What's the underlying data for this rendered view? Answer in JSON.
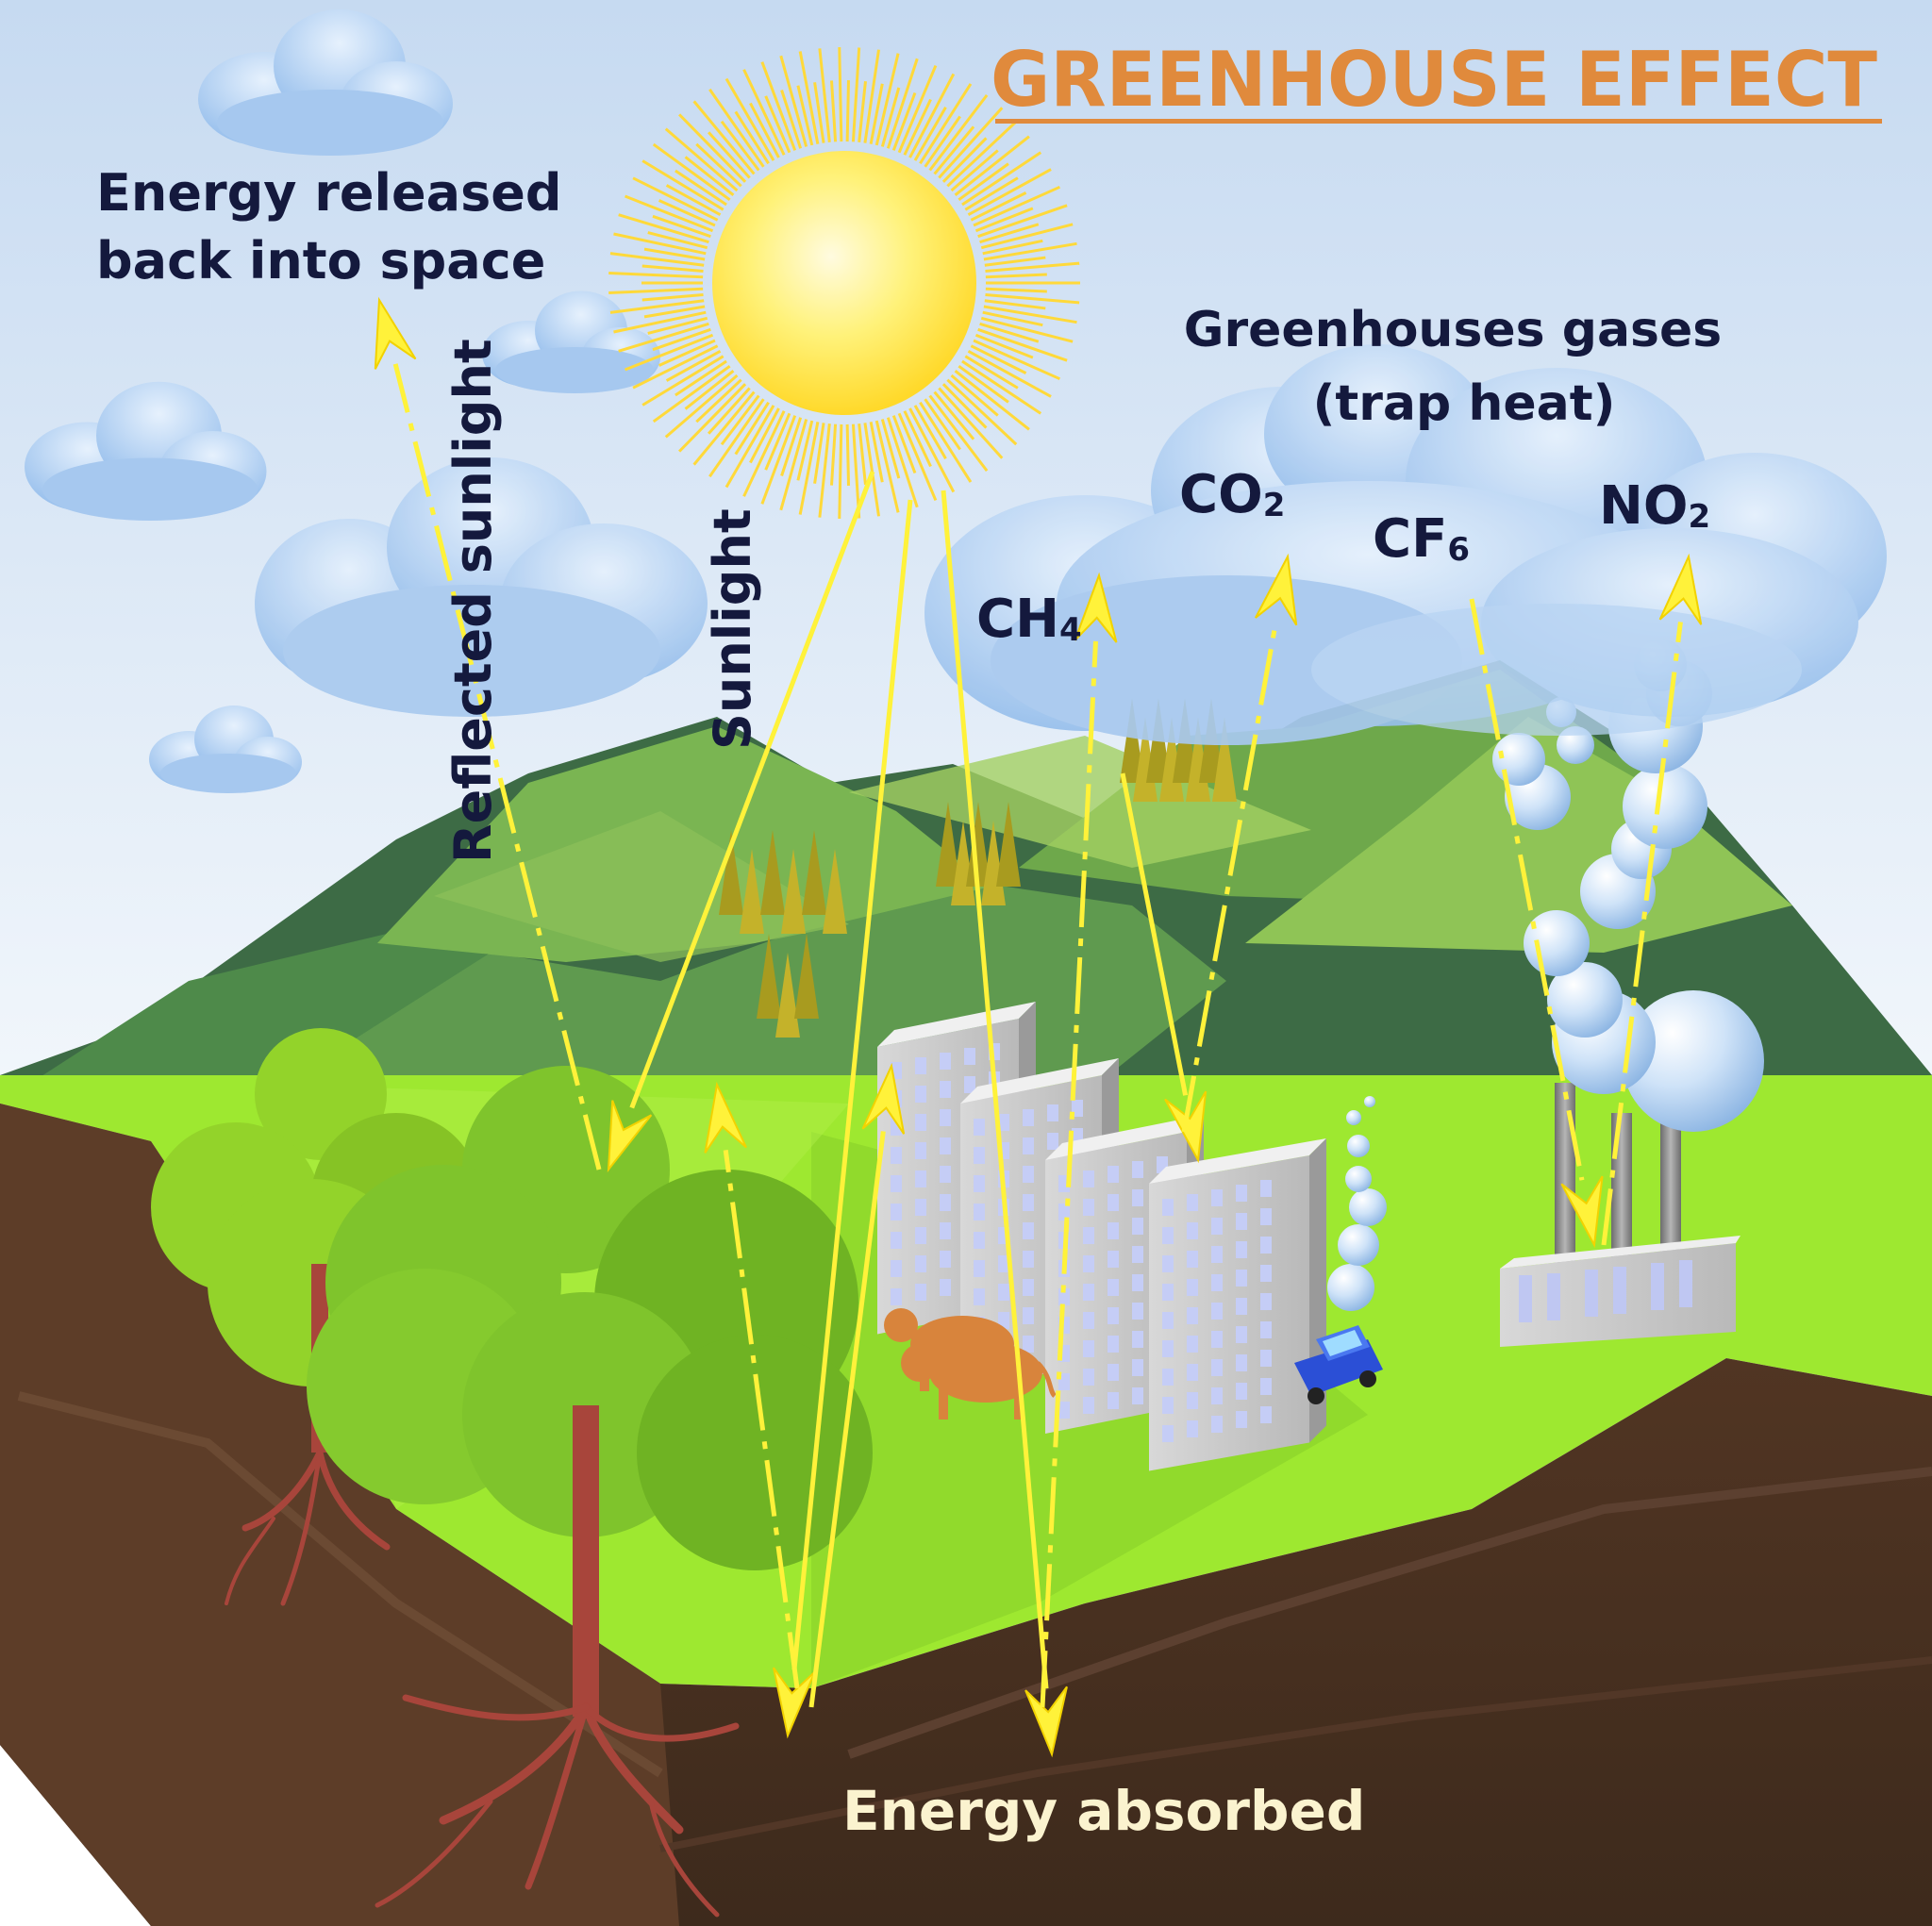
{
  "title": "GREENHOUSE EFFECT",
  "labels": {
    "space_line1": "Energy released",
    "space_line2": "back into space",
    "reflected": "Reflected sunlight",
    "sunlight": "Sunlight",
    "gases_line1": "Greenhouses gases",
    "gases_line2": "(trap heat)",
    "absorbed": "Energy absorbed"
  },
  "gases": [
    {
      "base": "CO",
      "sub": "2"
    },
    {
      "base": "CF",
      "sub": "6"
    },
    {
      "base": "NO",
      "sub": "2"
    },
    {
      "base": "CH",
      "sub": "4"
    }
  ],
  "colors": {
    "sky_top": "#c9dcf2",
    "sky_bottom": "#eef4fb",
    "title": "#e08a3c",
    "label": "#14193d",
    "arrow": "#fff23a",
    "sun": "#ffe23a",
    "meadow": "#9ee830",
    "mountain": "#3f6b45",
    "soil": "#4a3222",
    "cloud": "#9fc4ee",
    "absorbed": "#fbf3cf"
  }
}
